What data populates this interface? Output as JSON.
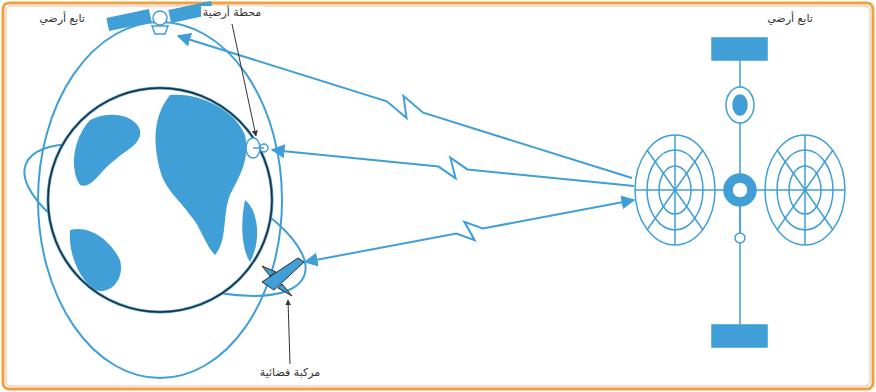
{
  "diagram": {
    "labels": [
      "تابع أرضي",
      "محطة أرضية",
      "تابع أرضي",
      "مركبة فضائية"
    ]
  }
}
